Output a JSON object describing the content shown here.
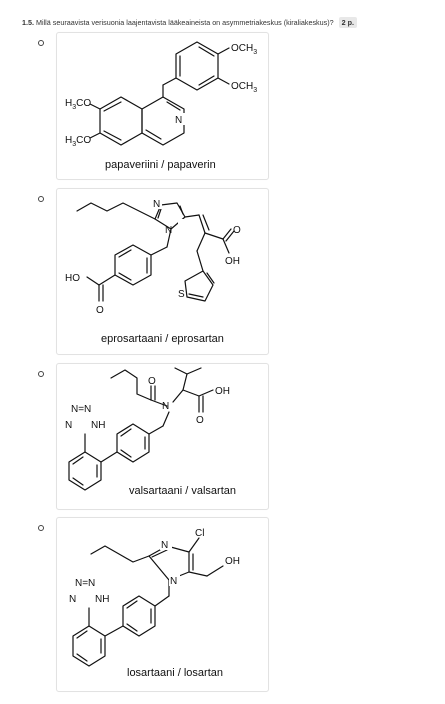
{
  "question": {
    "number": "1.5.",
    "text": "Millä seuraavista verisuonia laajentavista lääkeaineista on asymmetriakeskus (kiraliakeskus)?",
    "points": "2 p."
  },
  "options": [
    {
      "name": "papaveriini / papaverin",
      "atoms": {
        "och3_a": "OCH",
        "och3_b": "OCH",
        "sub3": "3",
        "h3co_a": "H",
        "h3co_b": "H",
        "co": "CO",
        "n": "N"
      }
    },
    {
      "name": "eprosartaani / eprosartan",
      "atoms": {
        "n1": "N",
        "n2": "N",
        "o1": "O",
        "oh": "OH",
        "ho": "HO",
        "o2": "O",
        "s": "S"
      }
    },
    {
      "name": "valsartaani / valsartan",
      "atoms": {
        "n": "N",
        "o1": "O",
        "oh": "OH",
        "o2": "O",
        "nn": "N=N",
        "n3": "N",
        "nh": "NH"
      }
    },
    {
      "name": "losartaani / losartan",
      "atoms": {
        "cl": "Cl",
        "n1": "N",
        "oh": "OH",
        "n2": "N",
        "nn": "N=N",
        "n3": "N",
        "nh": "NH"
      }
    }
  ]
}
